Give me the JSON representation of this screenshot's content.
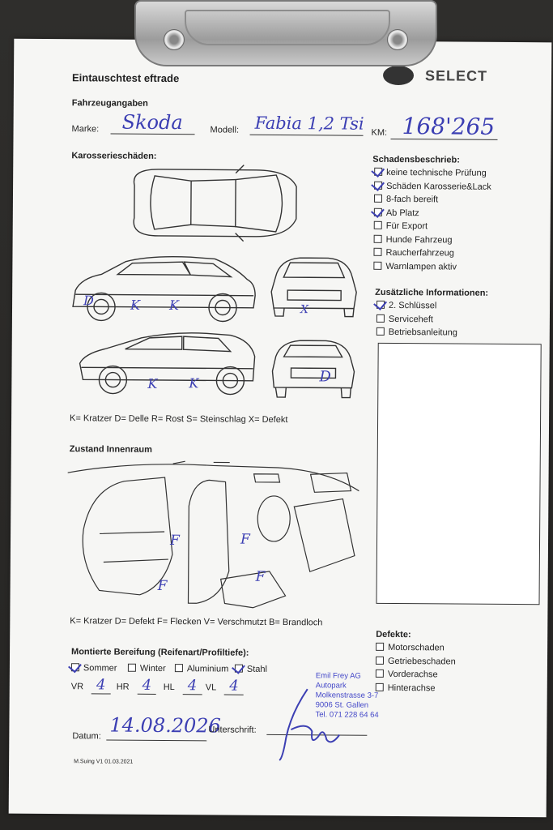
{
  "form": {
    "title": "Eintauschtest eftrade",
    "brand_logo_text": "SELECT",
    "section_vehicle": "Fahrzeugangaben",
    "marke_label": "Marke:",
    "marke_value": "Skoda",
    "modell_label": "Modell:",
    "modell_value": "Fabia 1,2 Tsi",
    "km_label": "KM:",
    "km_value": "168'265",
    "section_body": "Karosserieschäden:",
    "body_legend": "K= Kratzer D= Delle R= Rost S= Steinschlag X= Defekt",
    "section_interior": "Zustand Innenraum",
    "interior_legend": "K= Kratzer D= Defekt F= Flecken V= Verschmutzt B= Brandloch",
    "damage_heading": "Schadensbeschrieb:",
    "damage_items": [
      {
        "label": "keine technische Prüfung",
        "checked": true
      },
      {
        "label": "Schäden Karosserie&Lack",
        "checked": true
      },
      {
        "label": "8-fach bereift",
        "checked": false
      },
      {
        "label": "Ab Platz",
        "checked": true
      },
      {
        "label": "Für Export",
        "checked": false
      },
      {
        "label": "Hunde Fahrzeug",
        "checked": false
      },
      {
        "label": "Raucherfahrzeug",
        "checked": false
      },
      {
        "label": "Warnlampen aktiv",
        "checked": false
      }
    ],
    "info_heading": "Zusätzliche Informationen:",
    "info_items": [
      {
        "label": "2. Schlüssel",
        "checked": true
      },
      {
        "label": "Serviceheft",
        "checked": false
      },
      {
        "label": "Betriebsanleitung",
        "checked": false
      }
    ],
    "defects_heading": "Defekte:",
    "defect_items": [
      {
        "label": "Motorschaden",
        "checked": false
      },
      {
        "label": "Getriebeschaden",
        "checked": false
      },
      {
        "label": "Vorderachse",
        "checked": false
      },
      {
        "label": "Hinterachse",
        "checked": false
      }
    ],
    "tires_heading": "Montierte Bereifung (Reifenart/Profiltiefe):",
    "tire_types": [
      {
        "label": "Sommer",
        "checked": true
      },
      {
        "label": "Winter",
        "checked": false
      },
      {
        "label": "Aluminium",
        "checked": false
      },
      {
        "label": "Stahl",
        "checked": true
      }
    ],
    "tire_depths": [
      {
        "label": "VR",
        "value": "4"
      },
      {
        "label": "HR",
        "value": "4"
      },
      {
        "label": "HL",
        "value": "4"
      },
      {
        "label": "VL",
        "value": "4"
      }
    ],
    "datum_label": "Datum:",
    "datum_value": "14.08.2026",
    "signature_label": "Unterschrift:",
    "stamp_lines": [
      "Emil Frey AG",
      "Autopark",
      "Molkenstrasse 3-7",
      "9006 St. Gallen",
      "Tel. 071 228 64 64"
    ],
    "footer": "M.Suing V1 01.03.2021"
  },
  "annotations": {
    "side1": [
      "D",
      "K",
      "K"
    ],
    "side2": [
      "K",
      "K"
    ],
    "rear": "D",
    "front": "X",
    "interior": [
      "F",
      "F",
      "F",
      "F"
    ]
  },
  "colors": {
    "ink": "#3c3fb3",
    "paper": "#f6f6f4",
    "board": "#2a2927"
  }
}
